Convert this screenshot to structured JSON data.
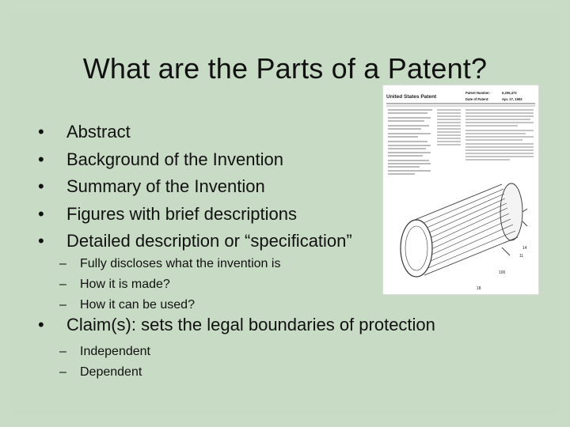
{
  "slide": {
    "title": "What are the Parts of a Patent?",
    "bullets": [
      "Abstract",
      "Background of the Invention",
      "Summary of the Invention",
      "Figures with brief descriptions",
      "Detailed description or “specification”"
    ],
    "spec_subbullets": [
      "Fully discloses what the invention is",
      "How it is made?",
      "How it can be used?"
    ],
    "claims_bullet": "Claim(s): sets the legal boundaries of protection",
    "claims_subbullets": [
      "Independent",
      "Dependent"
    ],
    "bullet_symbol": "•",
    "dash_symbol": "–"
  },
  "patent_image": {
    "header_left": "United States Patent",
    "header_right_number_label": "Patent Number:",
    "header_right_number": "5,205,473",
    "header_right_date_label": "Date of Patent:",
    "header_right_date": "Apr. 27, 1993",
    "figure_labels": [
      "14",
      "11",
      "100",
      "18"
    ]
  },
  "colors": {
    "background": "#c8dcc5",
    "text": "#111111"
  }
}
